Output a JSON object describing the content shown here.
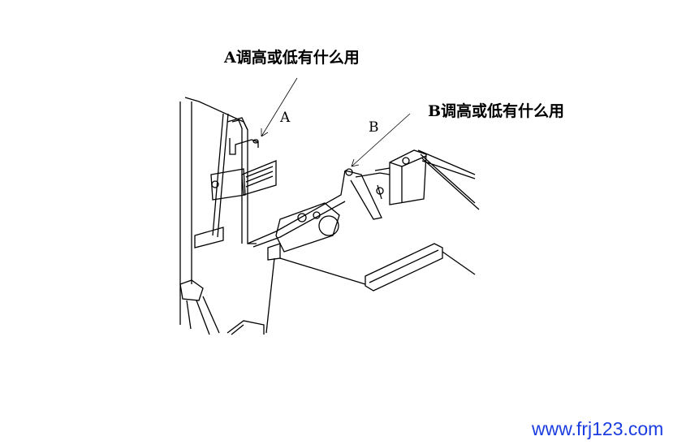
{
  "annotations": {
    "question_a": "A调高或低有什么用",
    "question_b": "B调高或低有什么用",
    "label_a": "A",
    "label_b": "B"
  },
  "watermark": "www.frj123.com",
  "colors": {
    "line": "#000000",
    "watermark": "#1a3ce0"
  }
}
